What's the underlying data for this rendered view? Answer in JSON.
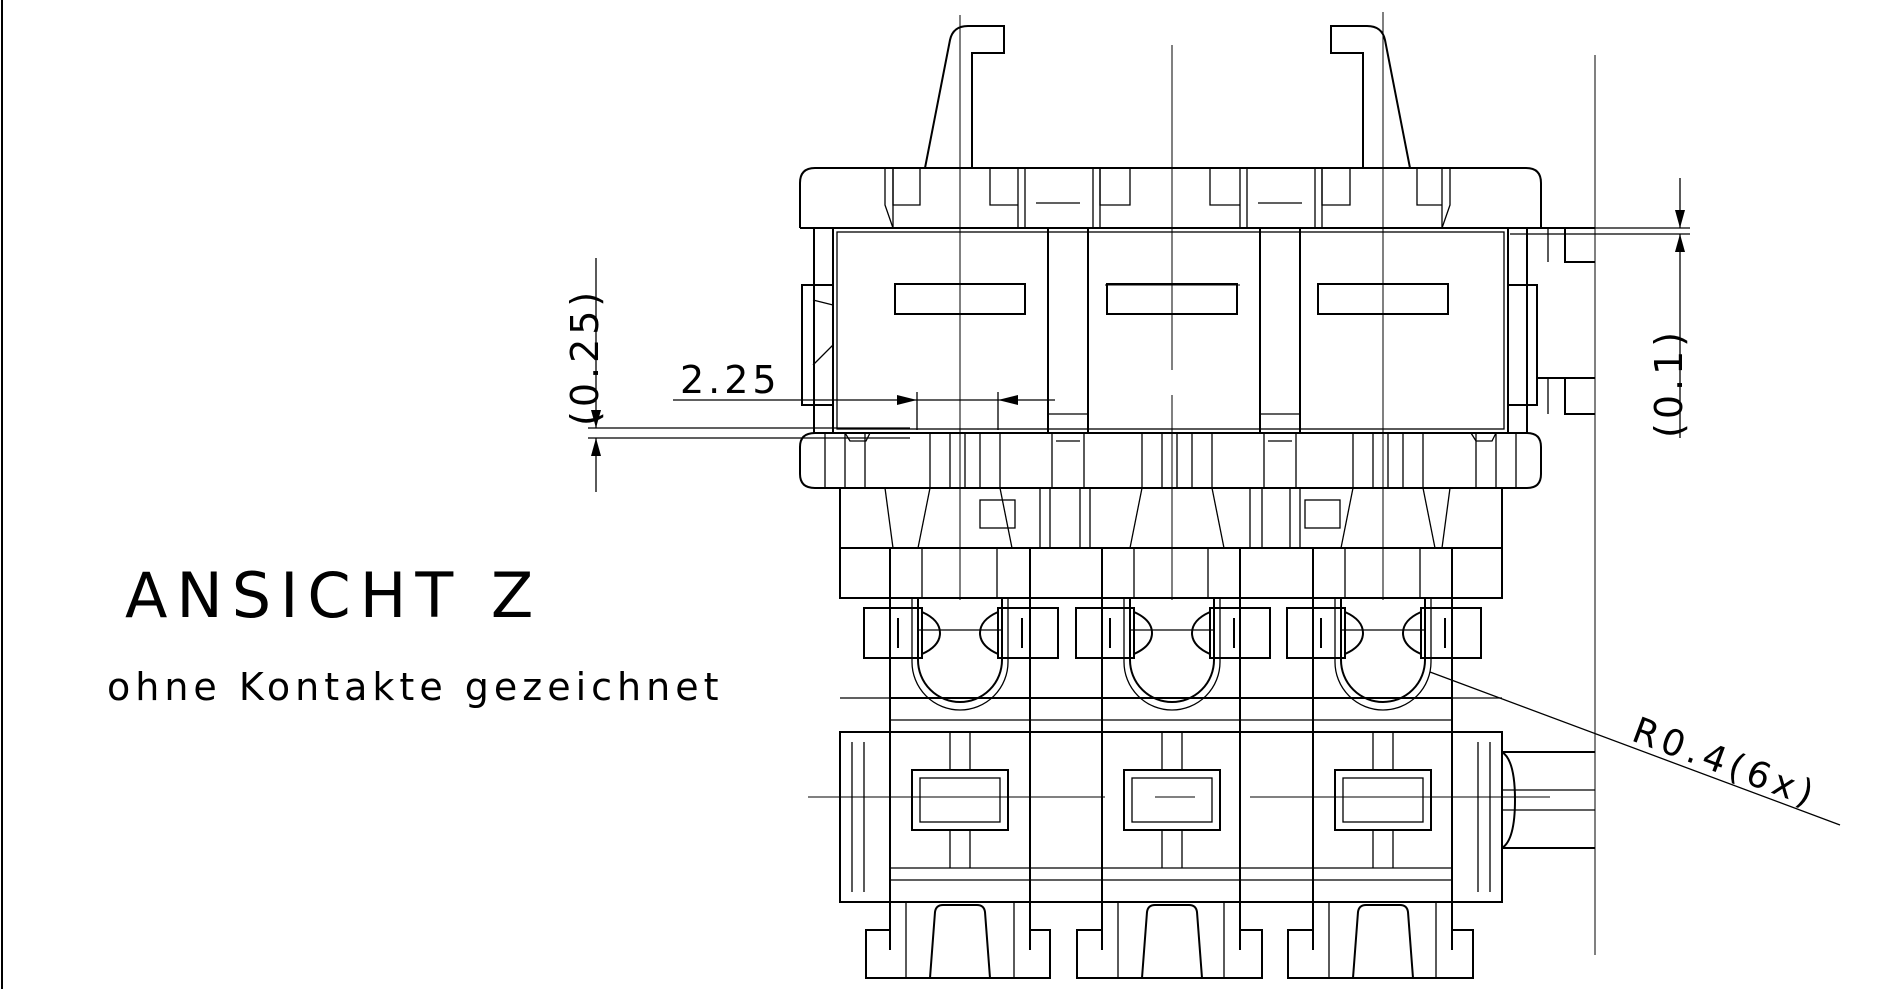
{
  "view": {
    "title": "ANSICHT Z",
    "subtitle": "ohne Kontakte gezeichnet"
  },
  "dimensions": {
    "vertical_left": "(0.25)",
    "horizontal": "2.25",
    "vertical_right": "(0.1)",
    "radius": "R0.4(6x)"
  }
}
